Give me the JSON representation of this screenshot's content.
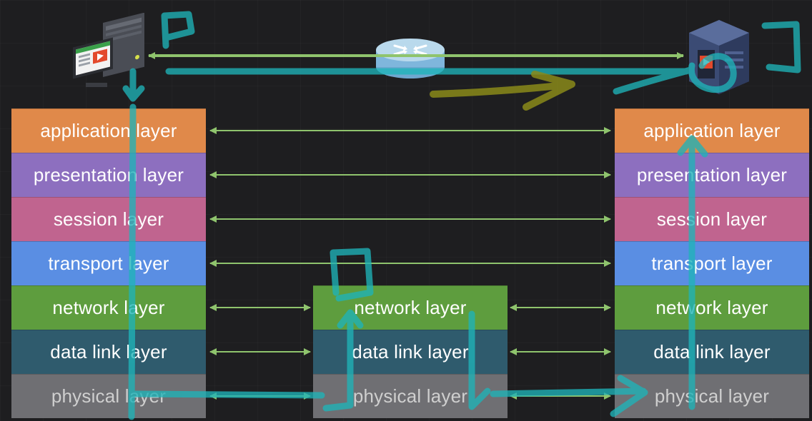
{
  "diagram": {
    "left_stack": [
      {
        "label": "application layer",
        "color": "#e0894a"
      },
      {
        "label": "presentation layer",
        "color": "#8d6fbf"
      },
      {
        "label": "session layer",
        "color": "#c0648f"
      },
      {
        "label": "transport layer",
        "color": "#5a8ee3"
      },
      {
        "label": "network layer",
        "color": "#5e9d3e"
      },
      {
        "label": "data link layer",
        "color": "#2f5b6d"
      },
      {
        "label": "physical layer",
        "color": "#6f6f73"
      }
    ],
    "middle_stack": [
      {
        "label": "network layer",
        "color": "#5e9d3e"
      },
      {
        "label": "data link layer",
        "color": "#2f5b6d"
      },
      {
        "label": "physical layer",
        "color": "#6f6f73"
      }
    ],
    "right_stack": [
      {
        "label": "application layer",
        "color": "#e0894a"
      },
      {
        "label": "presentation layer",
        "color": "#8d6fbf"
      },
      {
        "label": "session layer",
        "color": "#c0648f"
      },
      {
        "label": "transport layer",
        "color": "#5a8ee3"
      },
      {
        "label": "network layer",
        "color": "#5e9d3e"
      },
      {
        "label": "data link layer",
        "color": "#2f5b6d"
      },
      {
        "label": "physical layer",
        "color": "#6f6f73"
      }
    ],
    "arrow_color": "#8fc46d",
    "annotation_color": "#1fb3b8",
    "annotation_secondary_color": "#8a8a1a",
    "icons": {
      "left_device": "client-computer-icon",
      "center_device": "router-icon",
      "right_device": "server-icon"
    }
  }
}
